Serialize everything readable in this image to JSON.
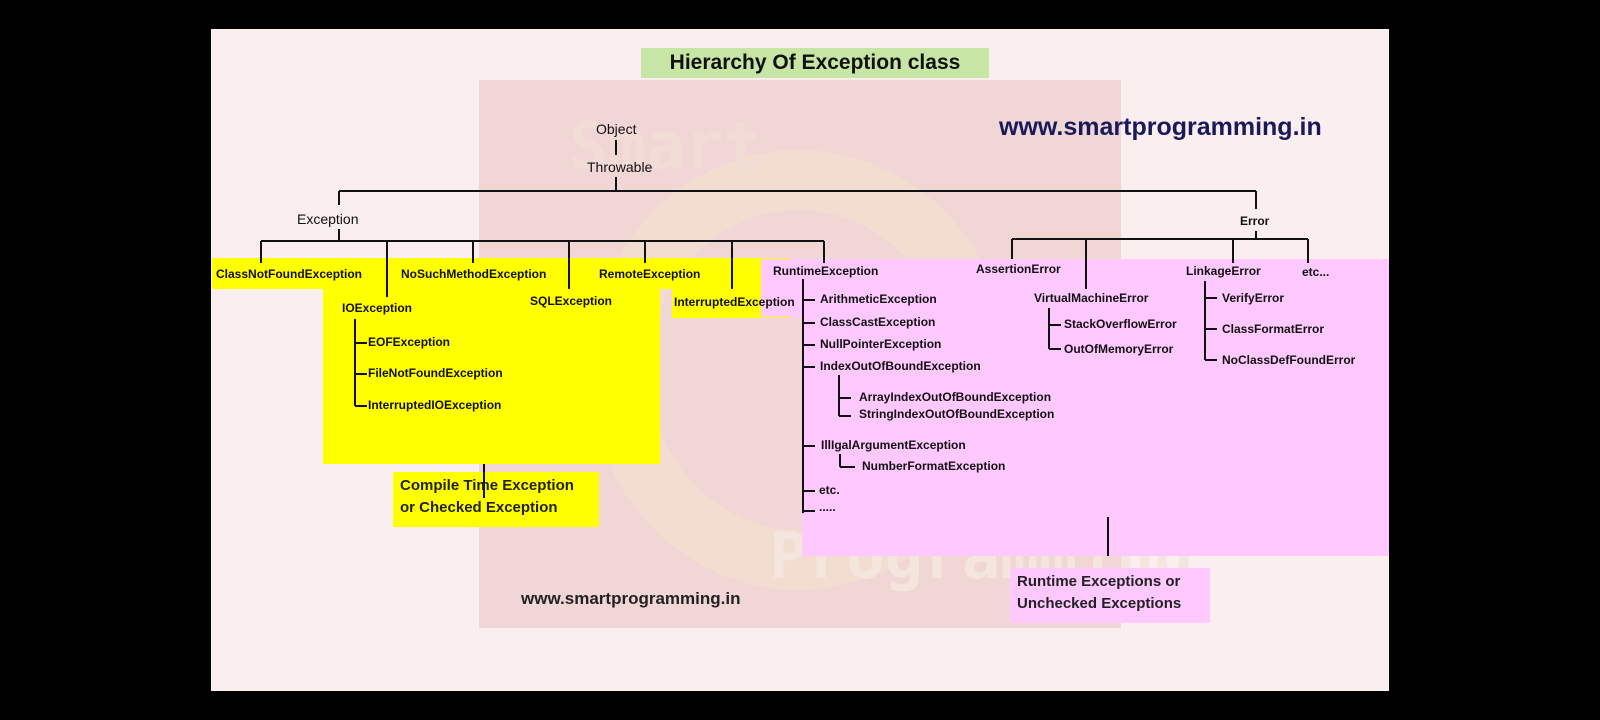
{
  "title": "Hierarchy Of Exception class",
  "website": "www.smartprogramming.in",
  "watermark": {
    "top": "Smart",
    "bottom": "Programming"
  },
  "colors": {
    "checked": "#ffff00",
    "unchecked": "#ffc8ff",
    "title_bg": "#c7e6a5",
    "url": "#1a1a5a"
  },
  "root": {
    "object": "Object",
    "throwable": "Throwable",
    "exception": "Exception",
    "error": "Error"
  },
  "checked": {
    "class_not_found": "ClassNotFoundException",
    "io": "IOException",
    "eof": "EOFException",
    "file_not_found": "FileNotFoundException",
    "interrupted_io": "InterruptedIOException",
    "no_such_method": "NoSuchMethodException",
    "sql": "SQLException",
    "remote": "RemoteException",
    "interrupted": "InterruptedException",
    "caption_1": "Compile Time Exception",
    "caption_2": "or  Checked Exception"
  },
  "runtime": {
    "label": "RuntimeException",
    "arithmetic": "ArithmeticException",
    "class_cast": "ClassCastException",
    "null_pointer": "NullPointerException",
    "index_oob": "IndexOutOfBoundException",
    "array_index_oob": "ArrayIndexOutOfBoundException",
    "string_index_oob": "StringIndexOutOfBoundException",
    "illegal_argument": "IllIgalArgumentException",
    "number_format": "NumberFormatException",
    "etc": "etc.",
    "dots": "....."
  },
  "errors": {
    "assertion": "AssertionError",
    "vm": "VirtualMachineError",
    "stack_overflow": "StackOverflowError",
    "out_of_memory": "OutOfMemoryError",
    "linkage": "LinkageError",
    "verify": "VerifyError",
    "class_format": "ClassFormatError",
    "no_class_def": "NoClassDefFoundError",
    "etc": "etc..."
  },
  "unchecked_caption_1": "Runtime Exceptions or",
  "unchecked_caption_2": "Unchecked Exceptions"
}
